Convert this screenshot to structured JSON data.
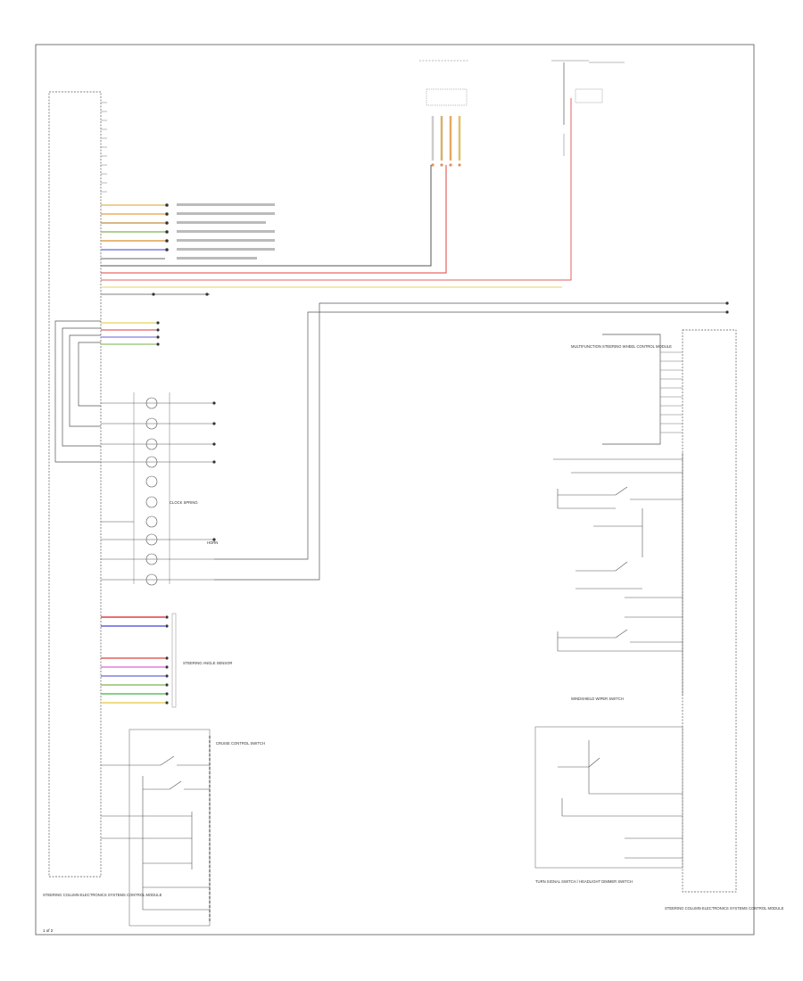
{
  "modules": {
    "left_module": "STEERING COLUMN ELECTRONICS SYSTEMS CONTROL MODULE",
    "right_module": "STEERING COLUMN ELECTRONICS SYSTEMS CONTROL MODULE",
    "multifunction_switch": "MULTIFUNCTION STEERING WHEEL CONTROL MODULE",
    "clock_spring": "CLOCK SPRING",
    "horn": "HORN",
    "steering_angle_sensor": "STEERING ANGLE SENSOR",
    "cruise_control_switch": "CRUISE CONTROL SWITCH",
    "wiper_switch": "WINDSHIELD WIPER SWITCH",
    "turn_signal_switch": "TURN SIGNAL SWITCH / HEADLIGHT DIMMER SWITCH"
  },
  "labels": {
    "page_number": "1 of 2"
  }
}
